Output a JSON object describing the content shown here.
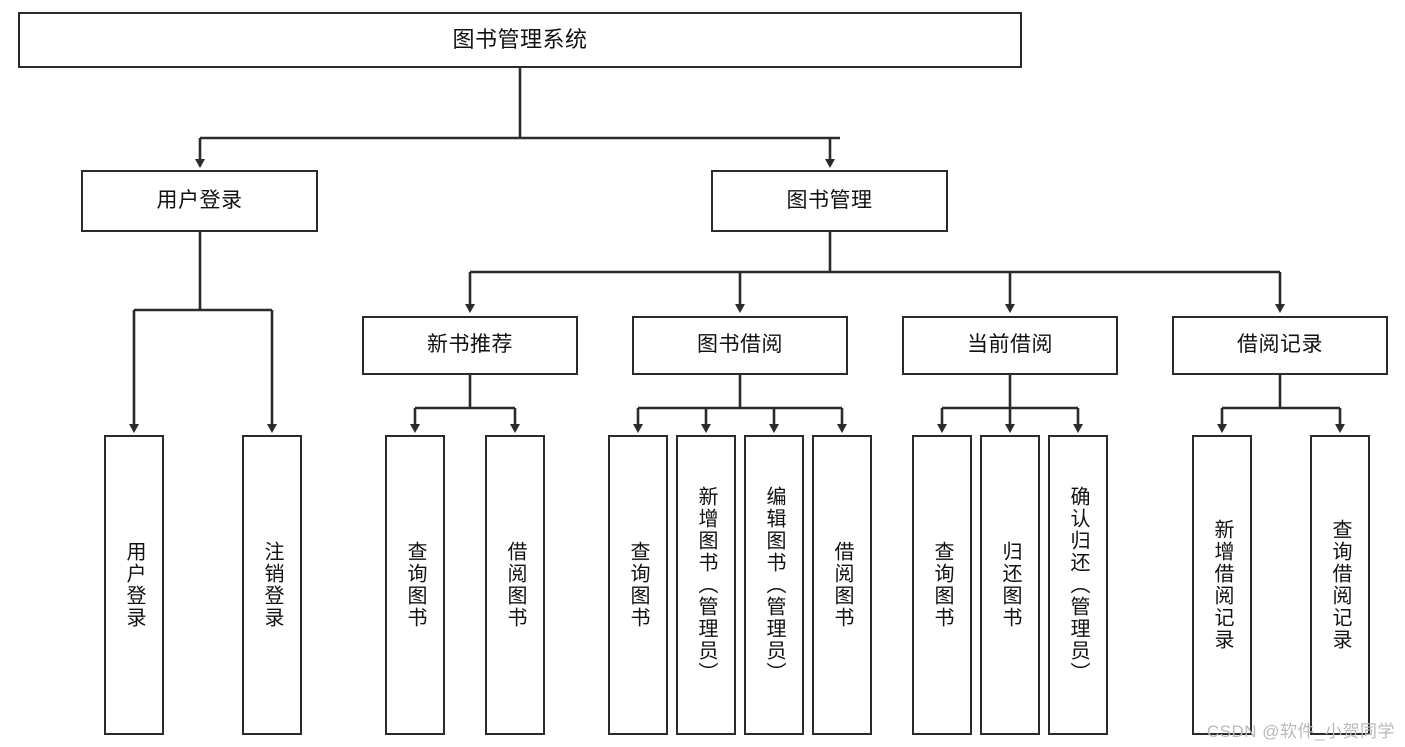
{
  "diagram": {
    "title": "图书管理系统",
    "type": "hierarchy-tree",
    "watermark": "CSDN @软件_小贺同学",
    "colors": {
      "box_border": "#2b2b2b",
      "box_fill": "#ffffff",
      "connector": "#2b2b2b",
      "text": "#111111",
      "watermark": "#b9b9b9"
    },
    "nodes": {
      "root": {
        "label": "图书管理系统",
        "level": 1
      },
      "level2": [
        {
          "id": "user-login",
          "label": "用户登录"
        },
        {
          "id": "book-management",
          "label": "图书管理"
        }
      ],
      "level3": [
        {
          "id": "new-book-recommend",
          "label": "新书推荐",
          "parent": "book-management"
        },
        {
          "id": "book-borrow",
          "label": "图书借阅",
          "parent": "book-management"
        },
        {
          "id": "current-borrow",
          "label": "当前借阅",
          "parent": "book-management"
        },
        {
          "id": "borrow-record",
          "label": "借阅记录",
          "parent": "book-management"
        }
      ],
      "leaves": [
        {
          "id": "leaf-user-login",
          "label": "用户登录",
          "parent": "user-login"
        },
        {
          "id": "leaf-logout",
          "label": "注销登录",
          "parent": "user-login"
        },
        {
          "id": "leaf-query-book-1",
          "label": "查询图书",
          "parent": "new-book-recommend"
        },
        {
          "id": "leaf-borrow-book-1",
          "label": "借阅图书",
          "parent": "new-book-recommend"
        },
        {
          "id": "leaf-query-book-2",
          "label": "查询图书",
          "parent": "book-borrow"
        },
        {
          "id": "leaf-add-book",
          "label": "新增图书（管理员）",
          "parent": "book-borrow"
        },
        {
          "id": "leaf-edit-book",
          "label": "编辑图书（管理员）",
          "parent": "book-borrow"
        },
        {
          "id": "leaf-borrow-book-2",
          "label": "借阅图书",
          "parent": "book-borrow"
        },
        {
          "id": "leaf-query-book-3",
          "label": "查询图书",
          "parent": "current-borrow"
        },
        {
          "id": "leaf-return-book",
          "label": "归还图书",
          "parent": "current-borrow"
        },
        {
          "id": "leaf-confirm-return",
          "label": "确认归还（管理员）",
          "parent": "current-borrow"
        },
        {
          "id": "leaf-add-record",
          "label": "新增借阅记录",
          "parent": "borrow-record"
        },
        {
          "id": "leaf-query-record",
          "label": "查询借阅记录",
          "parent": "borrow-record"
        }
      ]
    }
  }
}
